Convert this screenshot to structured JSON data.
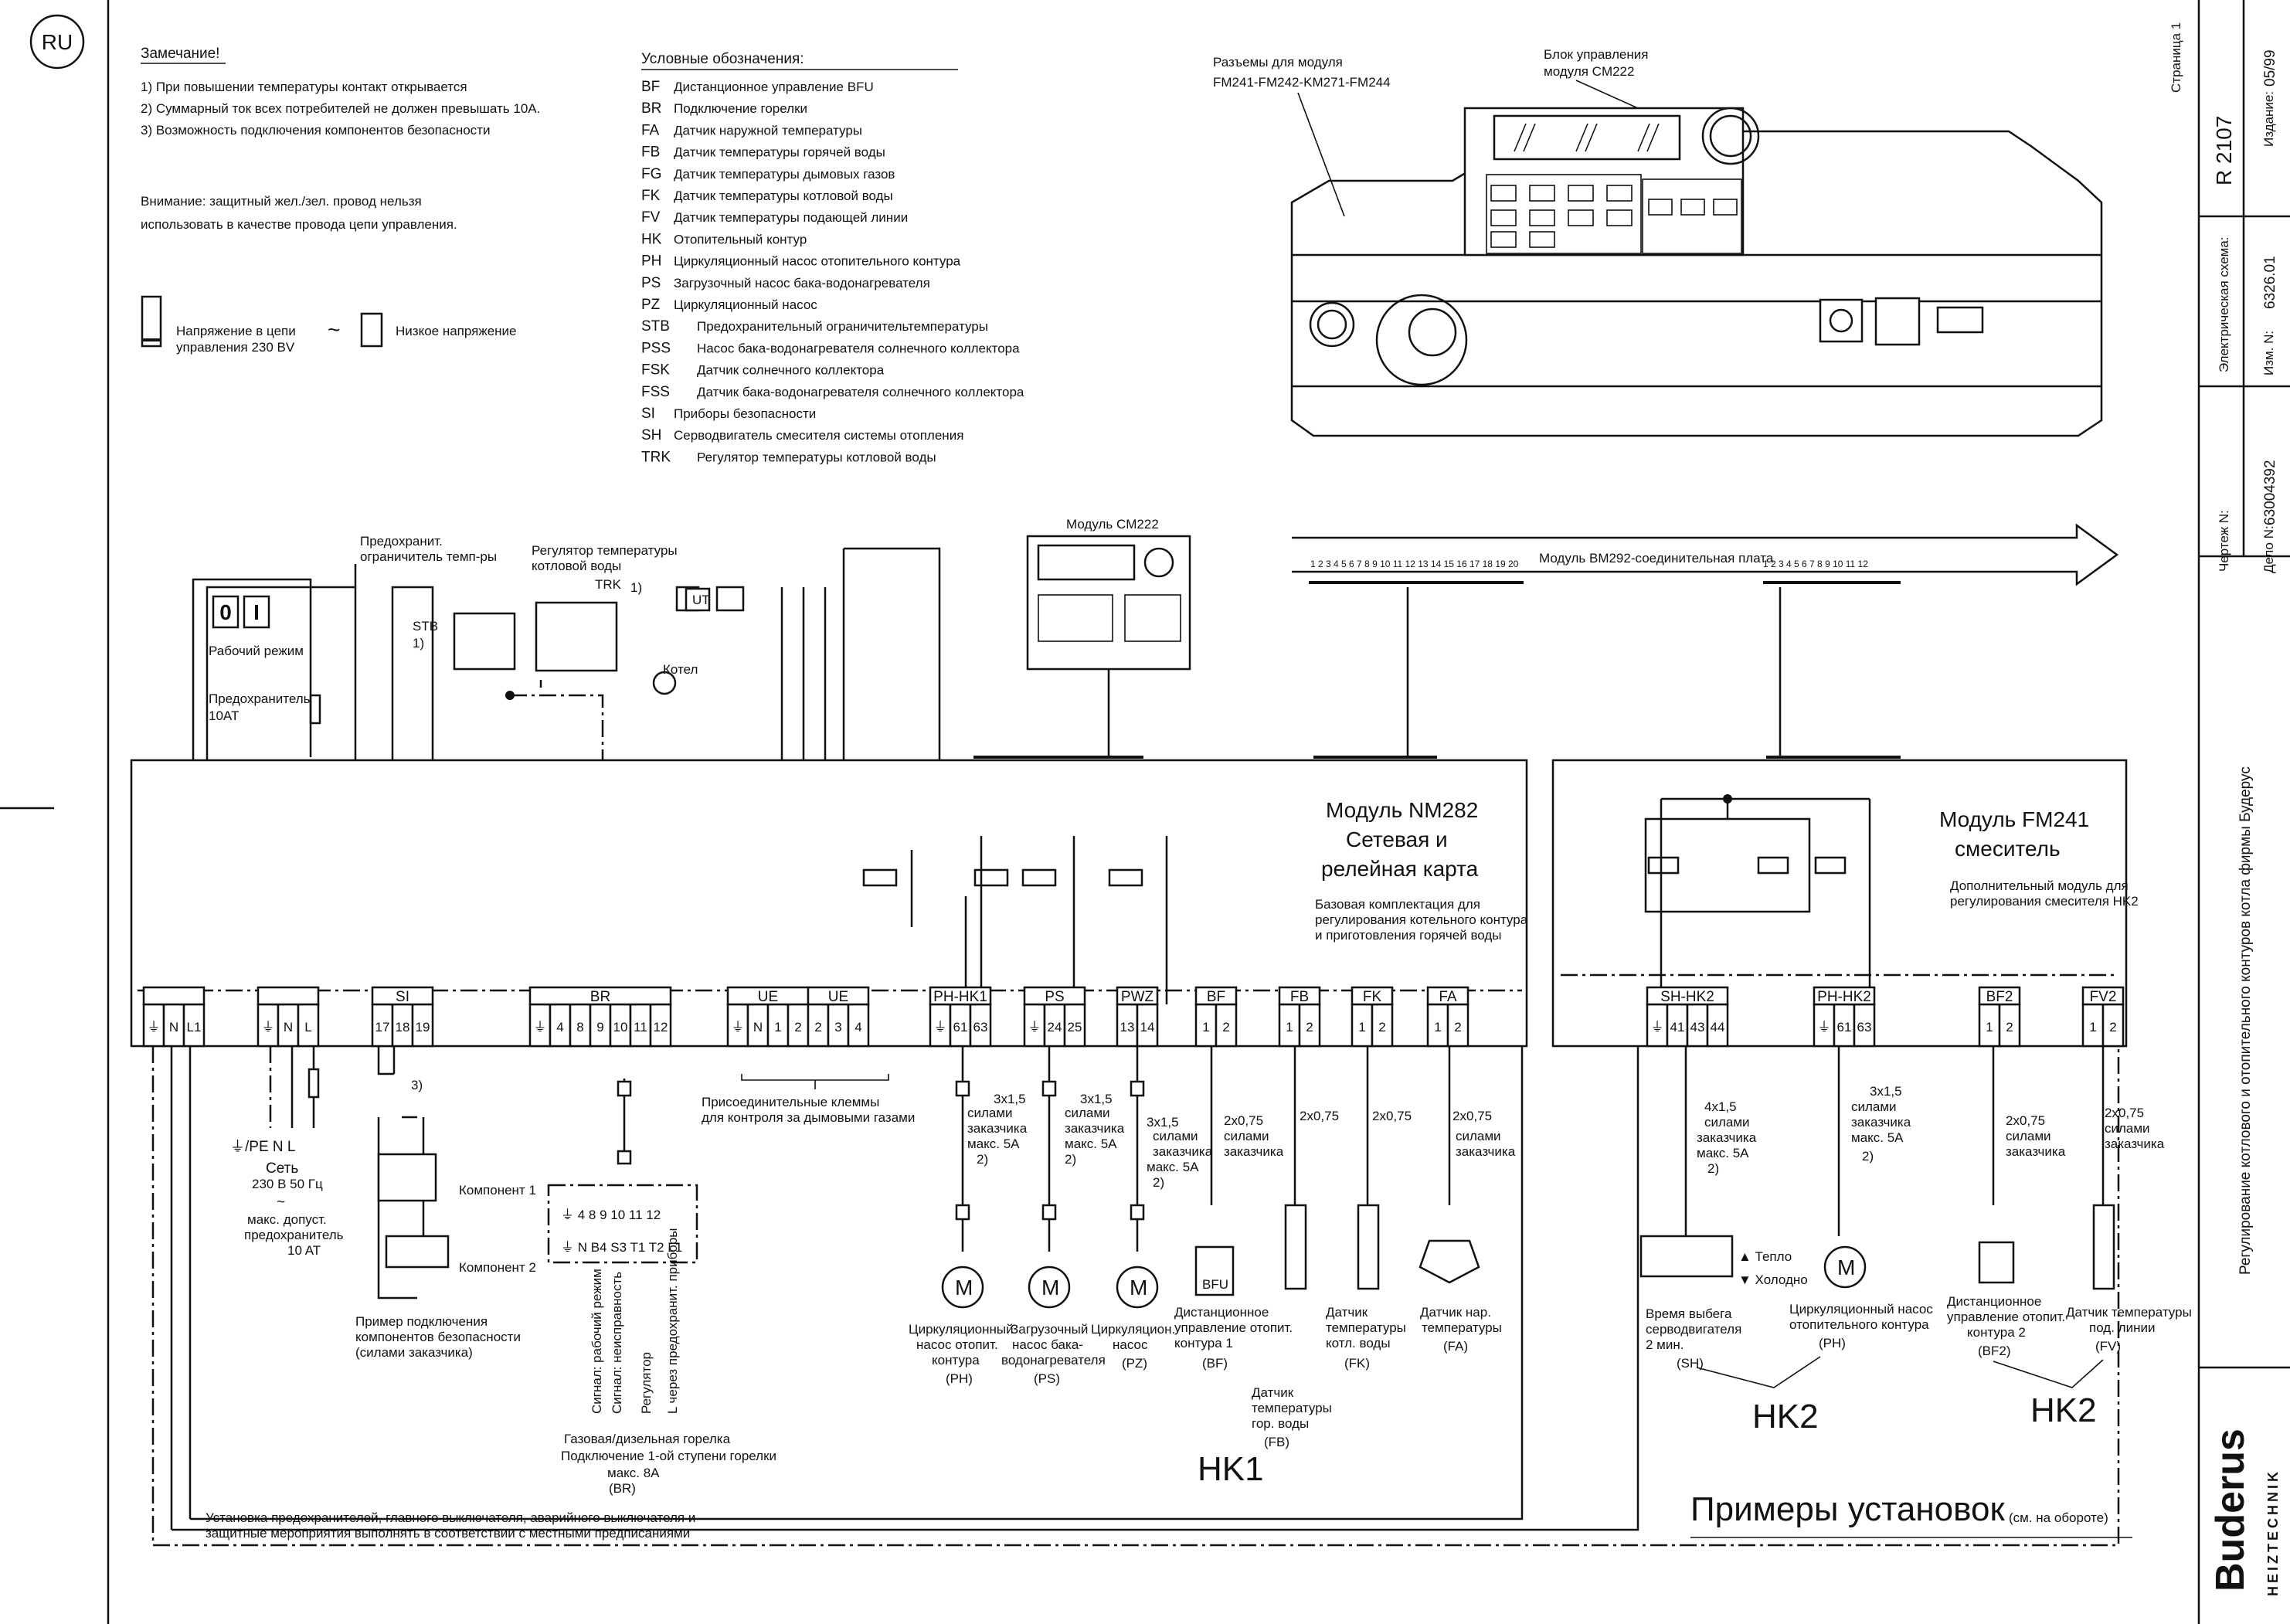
{
  "lang_badge": "RU",
  "notes": {
    "title": "Замечание!",
    "items": [
      "1)   При повышении температуры контакт открывается",
      "2)   Суммарный ток всех потребителей не должен превышать 10А.",
      "3)   Возможность подключения компонентов безопасности"
    ],
    "warning1": "Внимание: защитный жел./зел. провод нельзя",
    "warning2": "использовать в качестве провода цепи управления."
  },
  "voltage_legend": {
    "high1": "Напряжение в цепи",
    "high2": "управления 230 ВV",
    "tilde": "~",
    "low": "Низкое напряжение"
  },
  "legend": {
    "title": "Условные обозначения:",
    "items": [
      {
        "code": "BF",
        "desc": "Дистанционное управление BFU"
      },
      {
        "code": "BR",
        "desc": "Подключение горелки"
      },
      {
        "code": "FA",
        "desc": "Датчик наружной температуры"
      },
      {
        "code": "FB",
        "desc": "Датчик температуры горячей воды"
      },
      {
        "code": "FG",
        "desc": "Датчик температуры дымовых газов"
      },
      {
        "code": "FK",
        "desc": "Датчик температуры котловой воды"
      },
      {
        "code": "FV",
        "desc": "Датчик температуры подающей линии"
      },
      {
        "code": "HK",
        "desc": "Отопительный контур"
      },
      {
        "code": "PH",
        "desc": "Циркуляционный насос отопительного контура"
      },
      {
        "code": "PS",
        "desc": "Загрузочный насос бака-водонагревателя"
      },
      {
        "code": "PZ",
        "desc": "Циркуляционный насос"
      },
      {
        "code": "STB",
        "desc": "Предохранительный ограничительтемпературы"
      },
      {
        "code": "PSS",
        "desc": "Насос бака-водонагревателя солнечного коллектора"
      },
      {
        "code": "FSK",
        "desc": "Датчик солнечного коллектора"
      },
      {
        "code": "FSS",
        "desc": "Датчик бака-водонагревателя солнечного коллектора"
      },
      {
        "code": "SI",
        "desc": "Приборы безопасности"
      },
      {
        "code": "SH",
        "desc": "Серводвигатель смесителя системы отопления"
      },
      {
        "code": "TRK",
        "desc": "Регулятор температуры котловой воды"
      }
    ]
  },
  "boiler": {
    "connectors1": "Разъемы для модуля",
    "connectors2": "FM241-FM242-KM271-FM244",
    "cm1": "Блок управления",
    "cm2": "модуля CM222"
  },
  "title_block": {
    "page": "Страница 1",
    "doc": "R 2107",
    "edition_label": "Издание:",
    "edition": "05/99",
    "scheme_label": "Электрическая схема:",
    "change_label": "Изм. N:",
    "change": "6326.01",
    "drawing_label": "Чертеж N:",
    "case_label": "Дело N:",
    "case": "63004392",
    "description": "Регулирование котлового и отопительного контуров котла фирмы Будерус",
    "brand": "Buderus",
    "brand_sub": "HEIZTECHNIK"
  },
  "top": {
    "cm222": "Модуль CM222",
    "bm292": "Модуль BM292-соединительная плата",
    "bm_nums_a": "1 2 3 4 5 6 7 8 9 10 11 12 13 14 15 16 17 18 19 20",
    "bm_nums_b": "1 2 3 4 5 6 7 8 9 10 11 12",
    "stb_lim1": "Предохранит.",
    "stb_lim2": "ограничитель темп-ры",
    "reg1": "Регулятор температуры",
    "reg2": "котловой воды",
    "trk": "TRK",
    "one": "1)",
    "stb": "STB",
    "mode": "Рабочий режим",
    "fuse1": "Предохранитель",
    "fuse2": "10AT",
    "boiler": "Котел",
    "ut": "UT",
    "btn0": "0",
    "btn1": "I"
  },
  "nm282": {
    "t1": "Модуль NM282",
    "t2": "Сетевая и",
    "t3": "релейная карта",
    "d1": "Базовая комплектация для",
    "d2": "регулирования котельного контура",
    "d3": "и приготовления горячей воды"
  },
  "fm241": {
    "t1": "Модуль FM241",
    "t2": "смеситель",
    "d1": "Дополнительный модуль для",
    "d2": "регулирования смесителя HK2"
  },
  "terminals": {
    "si": "SI",
    "br": "BR",
    "ue": "UE",
    "ph": "PH-HK1",
    "ps": "PS",
    "pwz": "PWZ",
    "bf": "BF",
    "fb": "FB",
    "fk": "FK",
    "fa": "FA",
    "shhk2": "SH-HK2",
    "phhk2": "PH-HK2",
    "bf2": "BF2",
    "fv2": "FV2"
  },
  "bottom": {
    "pe": "⏚/PE   N   L",
    "net": "Сеть",
    "net2": "230 В 50 Гц",
    "net3": "~",
    "net4": "макс. допуст.",
    "net5": "предохранитель",
    "net6": "10 AT",
    "three": "3)",
    "comp1": "Компонент 1",
    "comp2": "Компонент 2",
    "ex1": "Пример подключения",
    "ex2": "компонентов безопасности",
    "ex3": "(силами заказчика)",
    "flue1": "Присоединительные клеммы",
    "flue2": "для контроля за дымовыми газами",
    "burner1": "Газовая/дизельная горелка",
    "burner2": "Подключение 1-ой ступени горелки",
    "burner3": "макс. 8А",
    "burner4": "(BR)",
    "sig1": "Сигнал: рабочий режим",
    "sig2": "Сигнал: неисправность",
    "sig3": "Регулятор",
    "sig4": "L через предохранит. приборы",
    "c31_5a": "3х1,5",
    "cust": "силами",
    "cust2": "заказчика",
    "max5": "макс. 5А",
    "two": "2)",
    "c2_075": "2х0,75",
    "c41_5": "4х1,5",
    "ph1": "Циркуляционный",
    "ph2": "насос отопит.",
    "ph3": "контура",
    "ph4": "(PH)",
    "ps1": "Загрузочный",
    "ps2": "насос бака-",
    "ps3": "водонагревателя",
    "ps4": "(PS)",
    "pz1": "Циркуляцион.",
    "pz2": "насос",
    "pz3": "(PZ)",
    "bf1": "Дистанционное",
    "bf2": "управление отопит.",
    "bf3": "контура 1",
    "bf4": "(BF)",
    "fb1": "Датчик",
    "fb2": "температуры",
    "fb3": "гор. воды",
    "fb4": "(FB)",
    "fk1": "Датчик",
    "fk2": "температуры",
    "fk3": "котл. воды",
    "fk4": "(FK)",
    "fa1": "Датчик нар.",
    "fa2": "температуры",
    "fa3": "(FA)",
    "bfu": "BFU",
    "hk1": "HK1",
    "hk2": "HK2",
    "sh1": "Время выбега",
    "sh2": "серводвигателя",
    "sh3": "2 мин.",
    "sh4": "(SH)",
    "warm": "▲ Тепло",
    "cold": "▼ Холодно",
    "ph21": "Циркуляционный насос",
    "ph22": "отопительного контура",
    "ph23": "(PH)",
    "bf21": "Дистанционное",
    "bf22": "управление отопит.",
    "bf23": "контура 2",
    "bf24": "(BF2)",
    "fv21": "Датчик температуры",
    "fv22": "под. линии",
    "fv23": "(FV)",
    "install1": "Установка предохранителей, главного выключателя, аварийного выключателя и",
    "install2": "защитные мероприятия выполнять в соответствии с местными предписаниями",
    "examples": "Примеры установок",
    "see": "(см. на обороте)"
  }
}
